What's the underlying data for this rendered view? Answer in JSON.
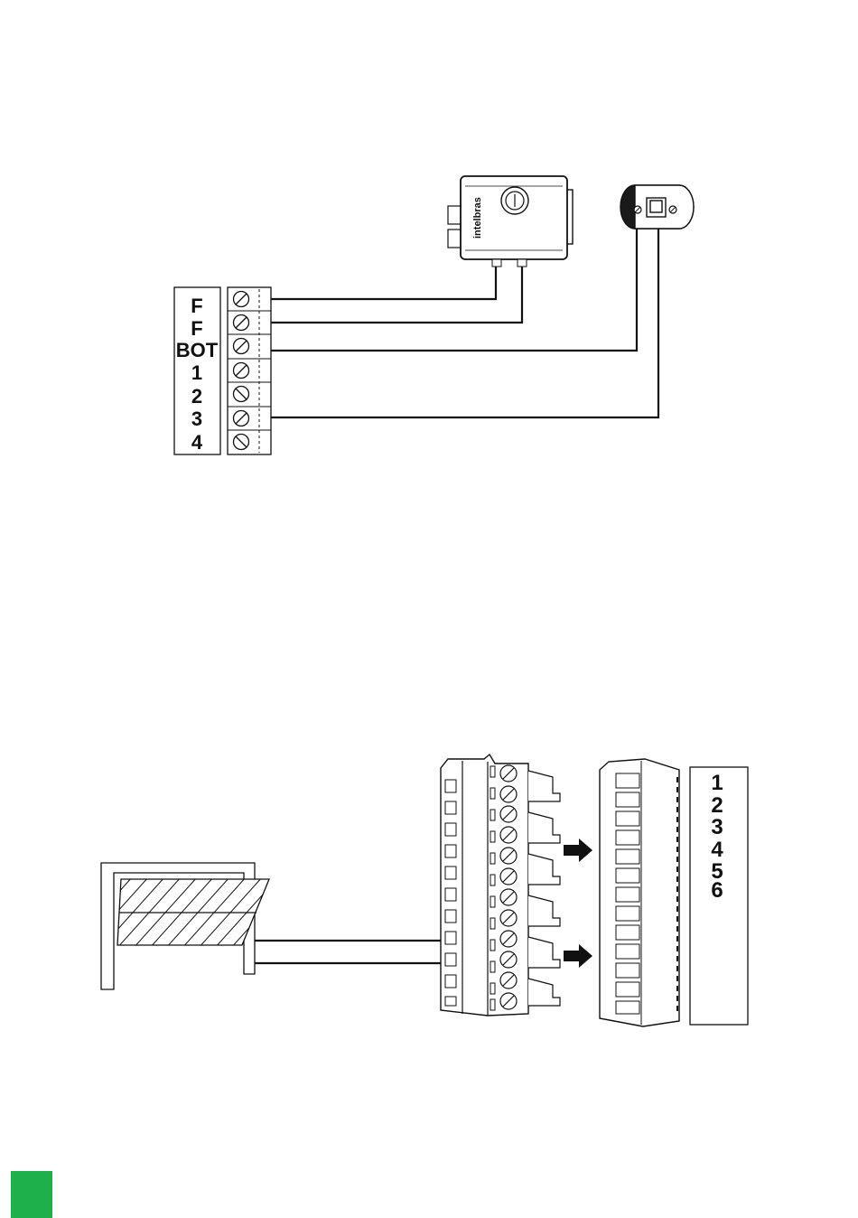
{
  "diagram1": {
    "terminal_labels": [
      "F",
      "F",
      "BOT",
      "1",
      "2",
      "3",
      "4"
    ],
    "lock_brand": "intelbras"
  },
  "diagram2": {
    "terminal_labels": [
      "1",
      "2",
      "3",
      "4",
      "5",
      "6"
    ]
  },
  "colors": {
    "line": "#111111",
    "page_tab": "#1eb04a"
  }
}
